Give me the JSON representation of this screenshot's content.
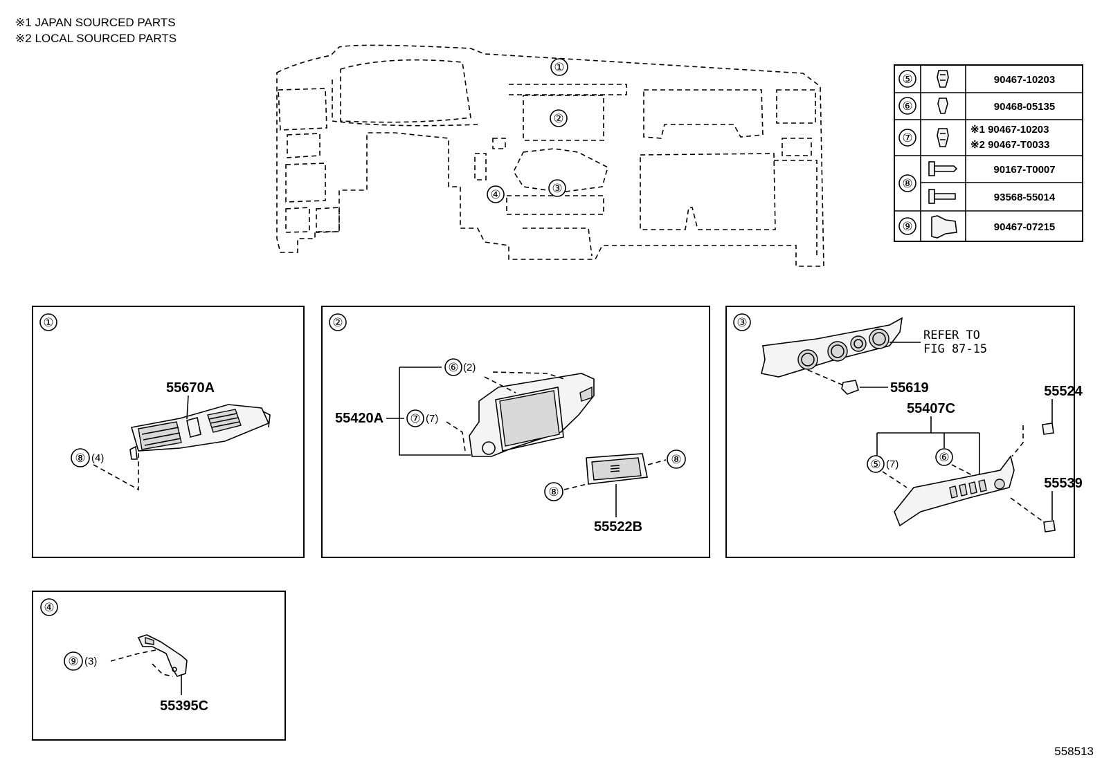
{
  "notes": [
    {
      "mark": "※1",
      "text": "JAPAN SOURCED PARTS"
    },
    {
      "mark": "※2",
      "text": "LOCAL SOURCED PARTS"
    }
  ],
  "overview_callouts": [
    "①",
    "②",
    "③",
    "④"
  ],
  "fastener_table": [
    {
      "ref": "⑤",
      "icon": "clip-icon",
      "parts": [
        "90467-10203"
      ]
    },
    {
      "ref": "⑥",
      "icon": "clip-icon",
      "parts": [
        "90468-05135"
      ]
    },
    {
      "ref": "⑦",
      "icon": "clip-icon",
      "parts": [
        "※1 90467-10203",
        "※2 90467-T0033"
      ]
    },
    {
      "ref": "⑧",
      "icon": "screw-icon",
      "parts": [
        "90167-T0007",
        "93568-55014"
      ]
    },
    {
      "ref": "⑨",
      "icon": "pin-icon",
      "parts": [
        "90467-07215"
      ]
    }
  ],
  "panels": {
    "p1": {
      "circle": "①",
      "part": "55670A",
      "callout": "⑧",
      "qty": "(4)"
    },
    "p2": {
      "circle": "②",
      "part_a": "55420A",
      "c6": "⑥",
      "q6": "(2)",
      "c7": "⑦",
      "q7": "(7)",
      "part_b": "55522B",
      "c8a": "⑧",
      "c8b": "⑧"
    },
    "p3": {
      "circle": "③",
      "refer_line1": "REFER TO",
      "refer_line2": "FIG 87-15",
      "part_a": "55619",
      "part_b": "55407C",
      "c5": "⑤",
      "q5": "(7)",
      "c6": "⑥",
      "part_c": "55524",
      "part_d": "55539"
    },
    "p4": {
      "circle": "④",
      "part": "55395C",
      "callout": "⑨",
      "qty": "(3)"
    }
  },
  "figure_number": "558513"
}
